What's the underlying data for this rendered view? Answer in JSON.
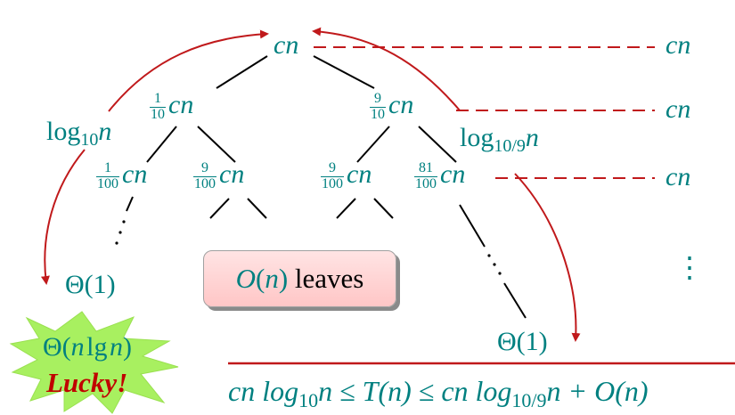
{
  "colors": {
    "teal": "#008080",
    "arrow_red": "#c0191b",
    "leaves_box_fill": "#ffcccc",
    "starburst": "#a8f060",
    "lucky_red": "#c00000"
  },
  "tree": {
    "root": "cn",
    "level1_left_frac": {
      "num": "1",
      "den": "10"
    },
    "level1_right_frac": {
      "num": "9",
      "den": "10"
    },
    "level1_term": "cn",
    "level2": [
      {
        "num": "1",
        "den": "100",
        "term": "cn"
      },
      {
        "num": "9",
        "den": "100",
        "term": "cn"
      },
      {
        "num": "9",
        "den": "100",
        "term": "cn"
      },
      {
        "num": "81",
        "den": "100",
        "term": "cn"
      }
    ],
    "leaf_left": "Θ(1)",
    "leaf_right": "Θ(1)"
  },
  "height_labels": {
    "left": {
      "base": "log",
      "sub": "10",
      "arg": "n"
    },
    "right": {
      "base": "log",
      "sub": "10/9",
      "arg": "n"
    }
  },
  "level_costs": [
    "cn",
    "cn",
    "cn",
    "⋮"
  ],
  "leaves_box": {
    "order": "O",
    "open": "(",
    "var": "n",
    "close": ")",
    "text": "leaves"
  },
  "result": {
    "theta": "Θ(",
    "n": "n",
    "lg": "lg",
    "n2": "n",
    "close": ")",
    "lucky": "Lucky!"
  },
  "bound": {
    "p1": "cn log",
    "sub1": "10",
    "p2": "n ≤ T(n) ≤ cn log",
    "sub2": "10/9",
    "p3": "n + O(n)"
  }
}
